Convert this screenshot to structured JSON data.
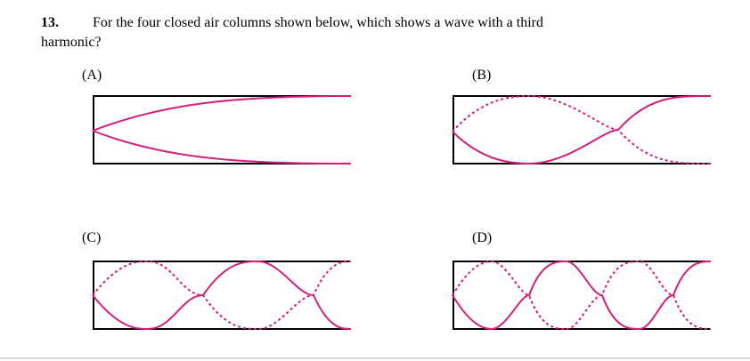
{
  "question": {
    "number": "13.",
    "text_line1": "For the four closed air columns shown below, which shows a wave with a third",
    "text_line2": "harmonic?"
  },
  "options": [
    {
      "letter": "(A)",
      "nodes": 0
    },
    {
      "letter": "(B)",
      "nodes": 1
    },
    {
      "letter": "(C)",
      "nodes": 2
    },
    {
      "letter": "(D)",
      "nodes": 3
    }
  ],
  "colors": {
    "wave": "#d0207a",
    "tube": "#000000"
  }
}
